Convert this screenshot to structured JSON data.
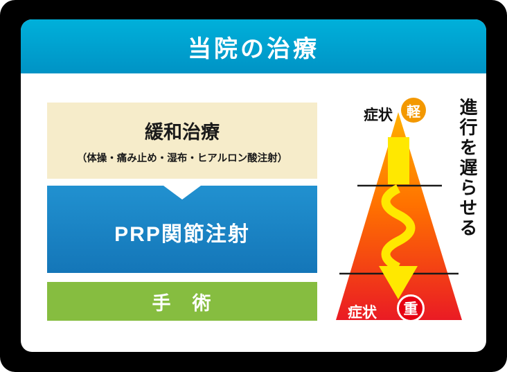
{
  "header": {
    "title": "当院の治療"
  },
  "steps": {
    "palliative": {
      "title": "緩和治療",
      "subtitle": "（体操・痛み止め・湿布・ヒアルロン酸注射）"
    },
    "prp": {
      "title": "PRP関節注射"
    },
    "surgery": {
      "title": "手　術"
    }
  },
  "severity": {
    "top_label": "症状",
    "top_badge": "軽",
    "bottom_label": "症状",
    "bottom_badge": "重",
    "side_note": "進行を遅らせる"
  },
  "colors": {
    "frame_bg": "#000000",
    "card_bg": "#ffffff",
    "header_bg": "#00a3cf",
    "palliative_bg": "#f6ecca",
    "prp_bg": "#1a86c6",
    "surgery_bg": "#86bd40",
    "cone_top": "#ffb000",
    "cone_middle": "#ff7100",
    "cone_bottom": "#ea1b24",
    "arrow_yellow": "#ffe800",
    "badge_light_bg": "#f39800",
    "badge_heavy_bg": "#e60012",
    "text_dark": "#1a1a1a"
  }
}
